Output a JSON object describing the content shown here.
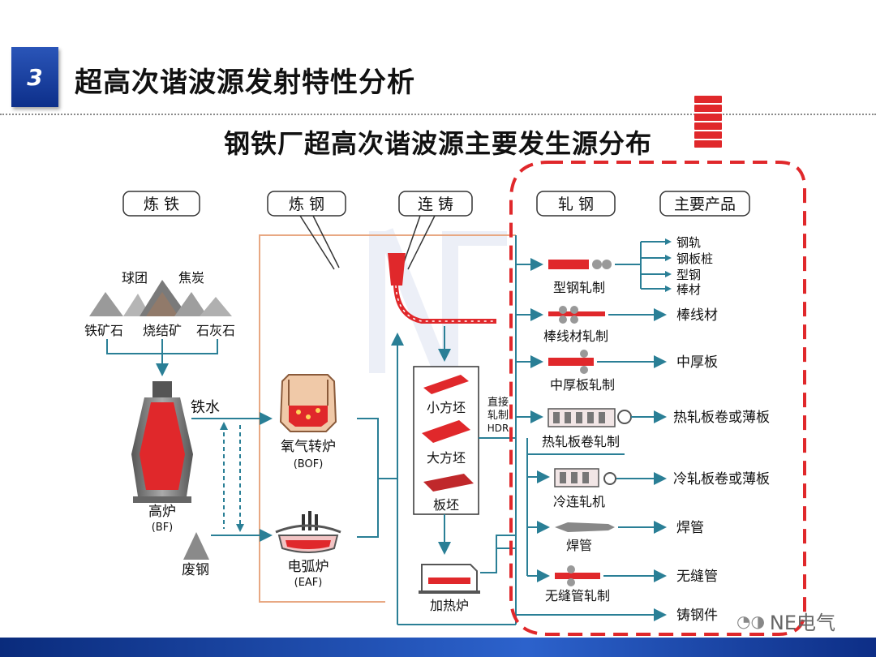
{
  "header": {
    "section_number": "3",
    "title": "超高次谐波源发射特性分析"
  },
  "subtitle": "钢铁厂超高次谐波源主要发生源分布",
  "stages": {
    "ironmaking": "炼 铁",
    "steelmaking": "炼 钢",
    "casting": "连 铸",
    "rolling": "轧 钢",
    "products": "主要产品"
  },
  "raw_materials": {
    "pellet": "球团",
    "coke": "焦炭",
    "iron_ore": "铁矿石",
    "sinter": "烧结矿",
    "limestone": "石灰石",
    "scrap": "废钢",
    "hot_metal": "铁水"
  },
  "furnaces": {
    "blast_furnace": "高炉",
    "blast_furnace_abbr": "(BF)",
    "bof": "氧气转炉",
    "bof_abbr": "(BOF)",
    "eaf": "电弧炉",
    "eaf_abbr": "(EAF)"
  },
  "billets": {
    "small": "小方坯",
    "large": "大方坯",
    "slab": "板坯"
  },
  "hdr": {
    "line1": "直接",
    "line2": "轧制",
    "line3": "HDR"
  },
  "reheating_furnace": "加热炉",
  "mills": {
    "section": "型钢轧制",
    "bar_wire": "棒线材轧制",
    "plate": "中厚板轧制",
    "hot_strip": "热轧板卷轧制",
    "cold_tandem": "冷连轧机",
    "welded": "焊管",
    "seamless": "无缝管轧制"
  },
  "products": {
    "rail": "钢轨",
    "sheet_pile": "钢板桩",
    "section_steel": "型钢",
    "bar": "棒材",
    "bar_wire": "棒线材",
    "plate": "中厚板",
    "hot_coil": "热轧板卷或薄板",
    "cold_coil": "冷轧板卷或薄板",
    "welded_pipe": "焊管",
    "seamless_pipe": "无缝管",
    "casting": "铸钢件"
  },
  "watermark": "NE电气",
  "colors": {
    "accent_red": "#e0282b",
    "flow_teal": "#2a7f96",
    "title_blue": "#1a45a6"
  }
}
